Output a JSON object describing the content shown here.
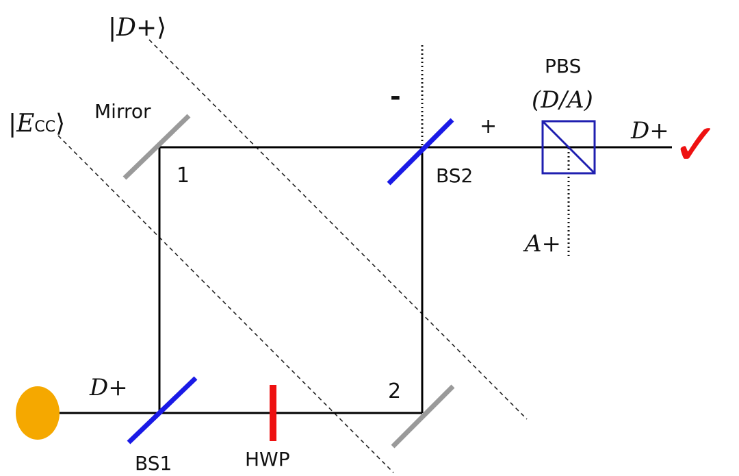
{
  "states": {
    "upper_prefix": "|",
    "upper_symbol": "D",
    "upper_suffix": "+⟩",
    "lower_prefix": "|",
    "lower_symbol": "E",
    "lower_subscript": "CC",
    "lower_suffix": "⟩"
  },
  "labels": {
    "mirror": "Mirror",
    "corner_1": "1",
    "corner_2": "2",
    "bs1": "BS1",
    "bs2": "BS2",
    "hwp": "HWP",
    "pbs": "PBS",
    "pbs_basis": "(D/A)",
    "input_pol": "D+",
    "output_pol": "D+",
    "rejected_pol": "A+",
    "plus_sign": "+",
    "minus_sign": "-",
    "check": "✓"
  },
  "colors": {
    "beam": "#000000",
    "beam_splitter": "#1a1ae6",
    "mirror": "#9a9a9a",
    "half_wave_plate": "#ee1111",
    "source": "#f5a800",
    "pbs": "#1f1fb0",
    "check": "#ee1111"
  }
}
